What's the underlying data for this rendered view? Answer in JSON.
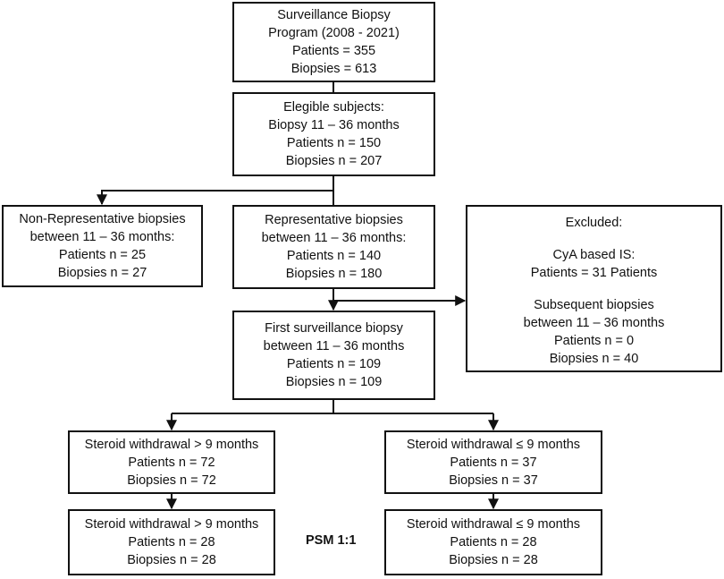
{
  "program": {
    "lines": [
      "Surveillance Biopsy",
      "Program (2008 - 2021)",
      "Patients = 355",
      "Biopsies = 613"
    ]
  },
  "eligible": {
    "lines": [
      "Elegible subjects:",
      "Biopsy 11 – 36 months",
      "Patients n = 150",
      "Biopsies n = 207"
    ]
  },
  "non_representative": {
    "lines": [
      "Non-Representative biopsies",
      "between 11 – 36 months:",
      "Patients n = 25",
      "Biopsies n = 27"
    ]
  },
  "representative": {
    "lines": [
      "Representative biopsies",
      "between 11 – 36 months:",
      "Patients n = 140",
      "Biopsies n = 180"
    ]
  },
  "excluded": {
    "title": "Excluded:",
    "group1": [
      "CyA based IS:",
      "Patients = 31 Patients"
    ],
    "group2": [
      "Subsequent biopsies",
      "between 11 – 36 months",
      "Patients n = 0",
      "Biopsies n = 40"
    ]
  },
  "first_biopsy": {
    "lines": [
      "First surveillance biopsy",
      "between 11 – 36 months",
      "Patients n = 109",
      "Biopsies n = 109"
    ]
  },
  "steroid_gt9": {
    "lines": [
      "Steroid withdrawal > 9 months",
      "Patients n = 72",
      "Biopsies n = 72"
    ]
  },
  "steroid_le9": {
    "lines": [
      "Steroid withdrawal ≤ 9 months",
      "Patients n = 37",
      "Biopsies n = 37"
    ]
  },
  "psm_gt9": {
    "lines": [
      "Steroid withdrawal > 9 months",
      "Patients n = 28",
      "Biopsies n = 28"
    ]
  },
  "psm_le9": {
    "lines": [
      "Steroid withdrawal ≤ 9 months",
      "Patients n = 28",
      "Biopsies n = 28"
    ]
  },
  "psm_label": "PSM 1:1"
}
